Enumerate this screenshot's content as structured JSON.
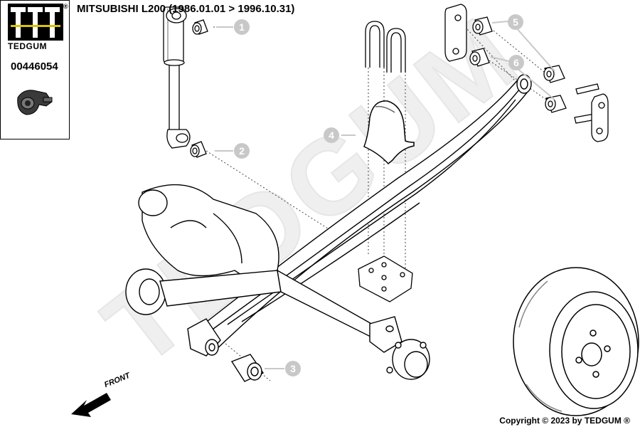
{
  "title": "MITSUBISHI L200 (1986.01.01 > 1996.10.31)",
  "brand": "TEDGUM",
  "registered_mark": "®",
  "part_number": "00446054",
  "copyright": "Copyright © 2023 by TEDGUM ®",
  "front_label": "FRONT",
  "watermark": "TEDGUM",
  "callouts": [
    "1",
    "2",
    "3",
    "4",
    "5",
    "6"
  ],
  "colors": {
    "line": "#000000",
    "callout": "#c8c8c8",
    "watermark": "#efefef",
    "part_fill": "#ffffff"
  }
}
